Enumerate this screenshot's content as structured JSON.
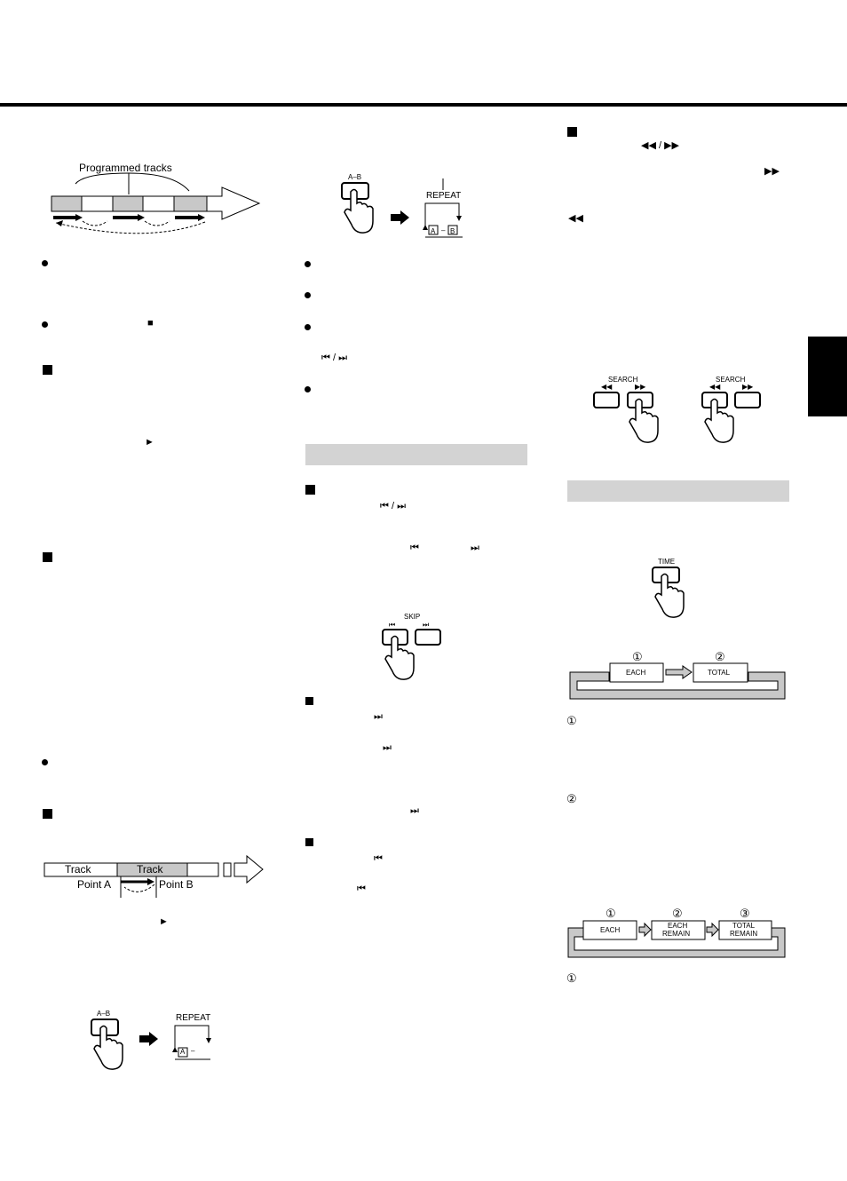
{
  "glyphs": {
    "stop": "■",
    "play": "►",
    "skip_pair": "⏮ / ⏭",
    "skip_back": "⏮",
    "skip_fwd": "⏭",
    "rew": "◀◀",
    "ff": "▶▶",
    "search_pair": "◀◀ / ▶▶"
  },
  "program_diagram": {
    "label": "Programmed tracks"
  },
  "ab_diagram": {
    "track1": "Track",
    "track2": "Track",
    "point_a": "Point A",
    "point_b": "Point B"
  },
  "buttons": {
    "ab": "A–B",
    "skip": "SKIP",
    "search": "SEARCH",
    "time": "TIME"
  },
  "displays": {
    "repeat": "REPEAT",
    "a_marker": "A",
    "b_marker": "B",
    "dash": "–"
  },
  "time_cycle_1": {
    "steps": [
      {
        "num": "①",
        "label": "EACH"
      },
      {
        "num": "②",
        "label": "TOTAL"
      }
    ]
  },
  "time_cycle_2": {
    "steps": [
      {
        "num": "①",
        "line1": "EACH",
        "line2": ""
      },
      {
        "num": "②",
        "line1": "EACH",
        "line2": "REMAIN"
      },
      {
        "num": "③",
        "line1": "TOTAL",
        "line2": "REMAIN"
      }
    ]
  },
  "notes": {
    "n1": "①",
    "n2": "②",
    "n3": "①"
  },
  "colors": {
    "band": "#d3d3d3",
    "shaded": "#c8c8c8"
  }
}
